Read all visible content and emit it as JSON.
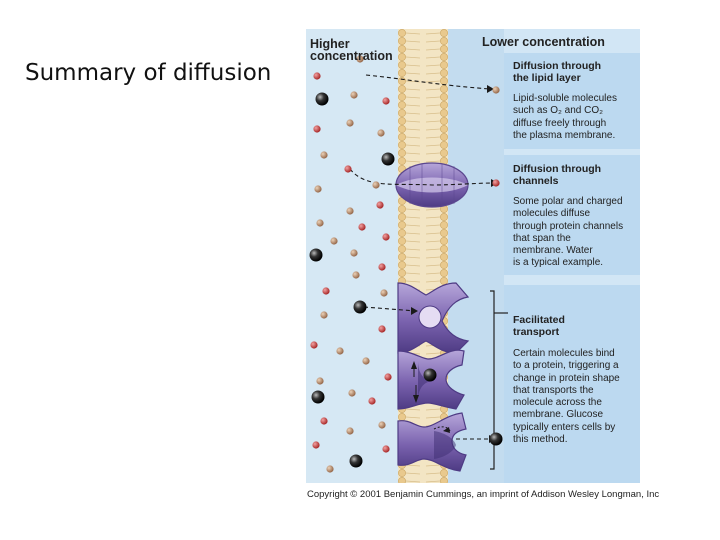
{
  "slide": {
    "title": "Summary of diffusion"
  },
  "figure": {
    "higher_concentration": "Higher\nconcentration",
    "lower_concentration": "Lower concentration",
    "sections": [
      {
        "title": "Diffusion through\nthe lipid layer",
        "body": "Lipid-soluble molecules\nsuch as O₂ and CO₂\ndiffuse freely through\nthe plasma membrane."
      },
      {
        "title": "Diffusion through\nchannels",
        "body": "Some polar and charged\nmolecules diffuse\nthrough protein channels\nthat span the\nmembrane. Water\nis a typical example."
      },
      {
        "title": "Facilitated\ntransport",
        "body": "Certain molecules bind\nto a protein, triggering a\nchange in protein shape\nthat transports the\nmolecule across the\nmembrane. Glucose\ntypically enters cells by\nthis method."
      }
    ],
    "copyright": "Copyright © 2001 Benjamin Cummings, an imprint of Addison Wesley Longman, Inc",
    "colors": {
      "left_fluid": "#d6e8f4",
      "right_fluid": "#c3dcef",
      "membrane": "#f3e5c4",
      "head": "#e9c98d",
      "protein": "#8a73b9",
      "red_molecule": "#c23a3a",
      "tan_molecule": "#b8896a",
      "black_molecule": "#1a1a1a"
    }
  }
}
